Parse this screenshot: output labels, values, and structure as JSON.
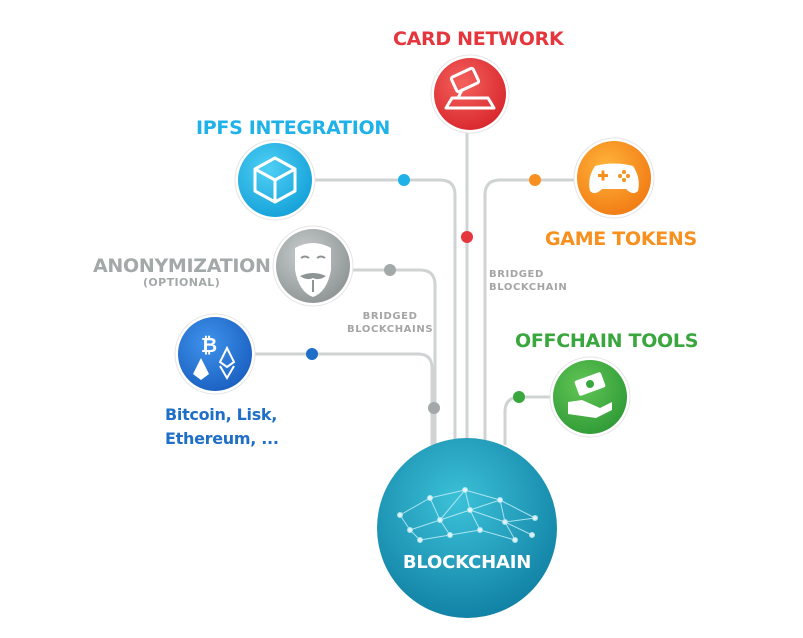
{
  "nodes": {
    "card_network": {
      "label": "CARD NETWORK",
      "color": "#e4363c",
      "icon": "card-terminal-icon"
    },
    "ipfs": {
      "label": "IPFS INTEGRATION",
      "color": "#1fb2e8",
      "icon": "cube-icon"
    },
    "game_tokens": {
      "label": "GAME TOKENS",
      "color": "#f7901e",
      "icon": "gamepad-icon"
    },
    "anonymization": {
      "label": "ANONYMIZATION",
      "sublabel": "(OPTIONAL)",
      "color": "#a3a8a8",
      "icon": "guy-fawkes-mask-icon"
    },
    "offchain_tools": {
      "label": "OFFCHAIN TOOLS",
      "color": "#3aa63e",
      "icon": "cash-hand-icon"
    },
    "coins": {
      "lines": [
        "Bitcoin, Lisk,",
        "Ethereum, ..."
      ],
      "color": "#1f6fc8",
      "icon": "bitcoin-ethereum-icon"
    },
    "blockchain": {
      "label": "BLOCKCHAIN",
      "color": "#1794b0",
      "icon": "network-mesh-icon"
    }
  },
  "connectors": {
    "bridged_left": [
      "BRIDGED",
      "BLOCKCHAINS"
    ],
    "bridged_right": [
      "BRIDGED",
      "BLOCKCHAIN"
    ]
  }
}
